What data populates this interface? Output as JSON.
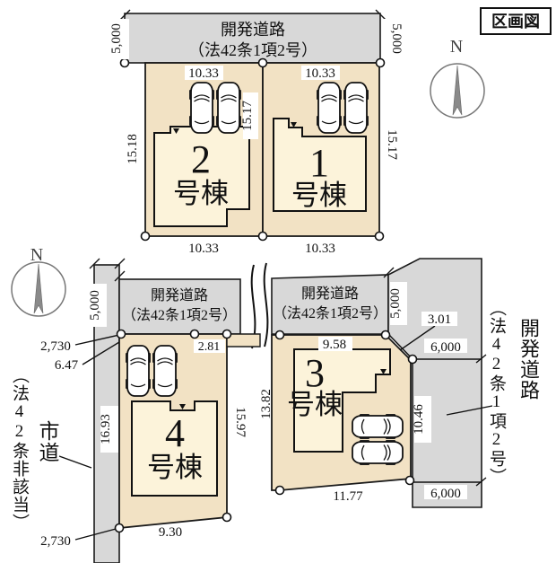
{
  "title": "区画図",
  "compass": {
    "north": "N"
  },
  "roads": {
    "top": {
      "name": "開発道路",
      "law": "（法42条1項2号）",
      "width_left": "5,000",
      "width_right": "5,000"
    },
    "mid_left": {
      "name": "開発道路",
      "law": "（法42条1項2号）",
      "width": "5,000"
    },
    "mid_right": {
      "name": "開発道路",
      "law": "（法42条1項2号）",
      "width": "5,000"
    },
    "right_side": {
      "name": "開発道路",
      "law": "（法42条1項2号）",
      "width_top": "6,000",
      "width_bottom": "6,000",
      "length": "10.46",
      "corner": "3.01"
    },
    "left_side": {
      "name": "市道",
      "law": "（法42条非該当）",
      "offset_top": "2,730",
      "offset_bottom": "2,730",
      "width": "6.47"
    }
  },
  "plots": {
    "p1": {
      "number": "1",
      "suffix": "号棟",
      "dim_top": "10.33",
      "dim_bottom": "10.33",
      "dim_right": "15.17"
    },
    "p2": {
      "number": "2",
      "suffix": "号棟",
      "dim_top": "10.33",
      "dim_bottom": "10.33",
      "dim_left": "15.18",
      "dim_right": "15.17"
    },
    "p3": {
      "number": "3",
      "suffix": "号棟",
      "dim_top": "9.58",
      "dim_left": "13.82",
      "dim_bottom": "11.77"
    },
    "p4": {
      "number": "4",
      "suffix": "号棟",
      "dim_top_segment": "2.81",
      "dim_bottom": "9.30",
      "dim_left": "16.93",
      "dim_right": "15.97"
    }
  }
}
